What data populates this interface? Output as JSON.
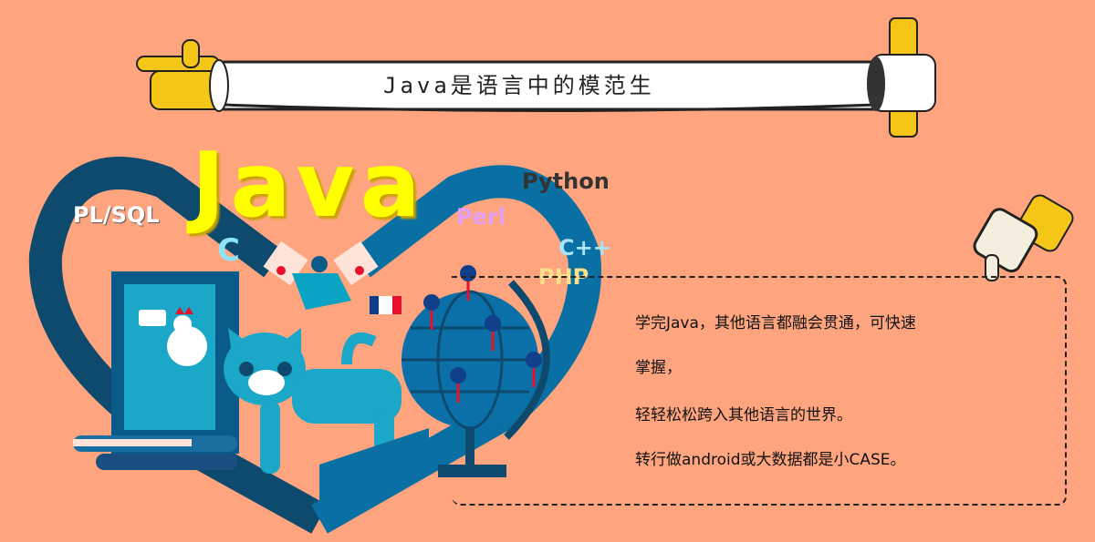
{
  "banner": {
    "title": "Java是语言中的模范生"
  },
  "languages": {
    "java": "Java",
    "plsql": "PL/SQL",
    "c": "C",
    "perl": "Perl",
    "python": "Python",
    "cpp": "C++",
    "php": "PHP"
  },
  "description": {
    "lines": [
      "学完Java，其他语言都融会贯通，可快速",
      "掌握，",
      "轻轻松松跨入其他语言的世界。",
      "转行做android或大数据都是小CASE。"
    ]
  },
  "colors": {
    "background": "#fea57f",
    "accent_yellow": "#ffff00",
    "dark_blue": "#0d4a6e",
    "mid_blue": "#0a6fa3"
  }
}
